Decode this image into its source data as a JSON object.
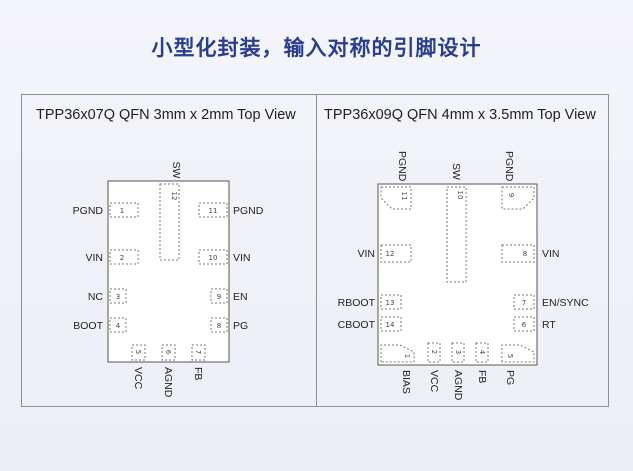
{
  "title": "小型化封装，输入对称的引脚设计",
  "left": {
    "heading": "TPP36x07Q QFN 3mm x 2mm Top View",
    "pins": {
      "sw": {
        "name": "SW",
        "num": "12"
      },
      "pgnd_l": {
        "name": "PGND",
        "num": "1"
      },
      "pgnd_r": {
        "name": "PGND",
        "num": "11"
      },
      "vin_l": {
        "name": "VIN",
        "num": "2"
      },
      "vin_r": {
        "name": "VIN",
        "num": "10"
      },
      "nc": {
        "name": "NC",
        "num": "3"
      },
      "en": {
        "name": "EN",
        "num": "9"
      },
      "boot": {
        "name": "BOOT",
        "num": "4"
      },
      "pg": {
        "name": "PG",
        "num": "8"
      },
      "vcc": {
        "name": "VCC",
        "num": "5"
      },
      "agnd": {
        "name": "AGND",
        "num": "6"
      },
      "fb": {
        "name": "FB",
        "num": "7"
      }
    }
  },
  "right": {
    "heading": "TPP36x09Q QFN 4mm x 3.5mm Top View",
    "pins": {
      "pgnd_tl": {
        "name": "PGND",
        "num": "11"
      },
      "sw": {
        "name": "SW",
        "num": "10"
      },
      "pgnd_tr": {
        "name": "PGND",
        "num": "9"
      },
      "vin_l": {
        "name": "VIN",
        "num": "12"
      },
      "vin_r": {
        "name": "VIN",
        "num": "8"
      },
      "rboot": {
        "name": "RBOOT",
        "num": "13"
      },
      "ensync": {
        "name": "EN/SYNC",
        "num": "7"
      },
      "cboot": {
        "name": "CBOOT",
        "num": "14"
      },
      "rt": {
        "name": "RT",
        "num": "6"
      },
      "bias": {
        "name": "BIAS",
        "num": "1"
      },
      "vcc": {
        "name": "VCC",
        "num": "2"
      },
      "agnd": {
        "name": "AGND",
        "num": "3"
      },
      "fb": {
        "name": "FB",
        "num": "4"
      },
      "pg": {
        "name": "PG",
        "num": "5"
      }
    }
  }
}
